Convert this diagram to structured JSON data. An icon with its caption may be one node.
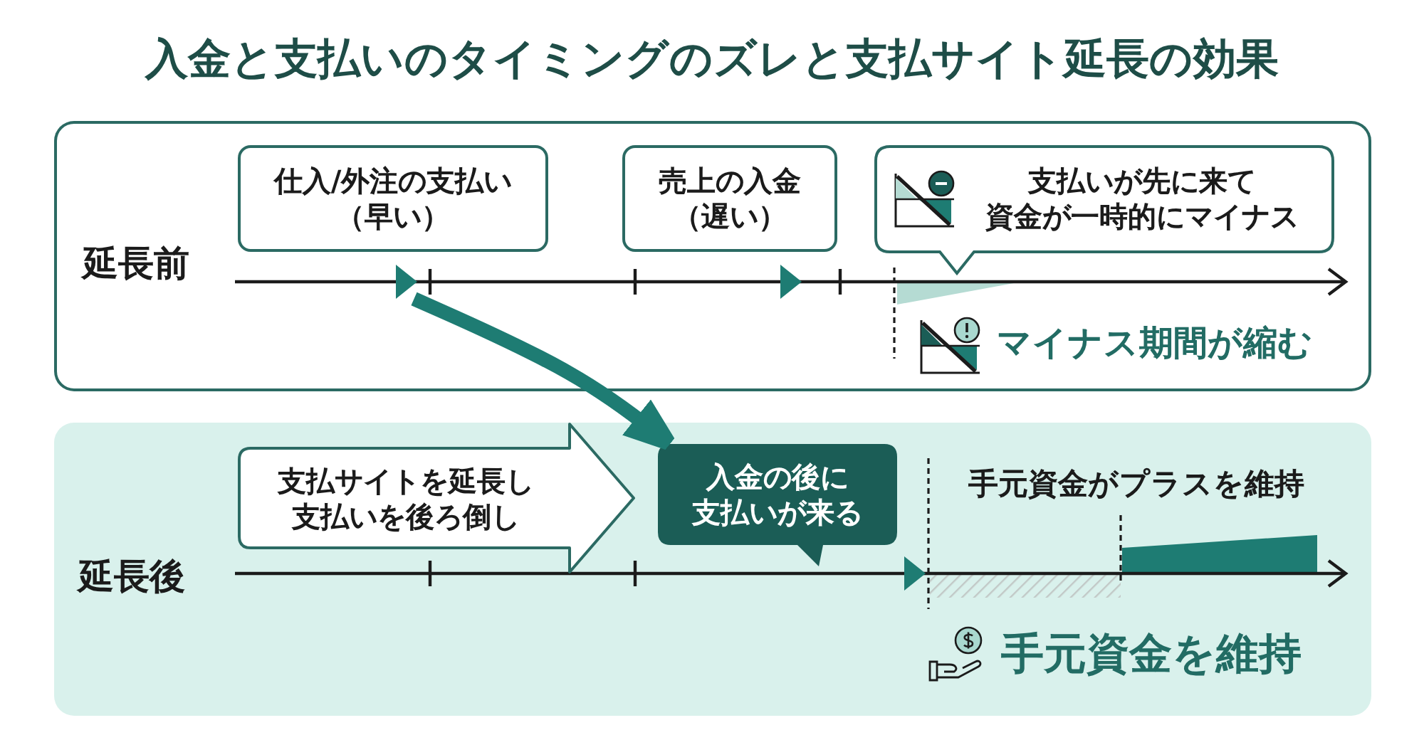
{
  "diagram": {
    "title": "入金と支払いのタイミングのズレと支払サイト延長の効果",
    "nodes": [
      {
        "text": [
          "延長前"
        ]
      },
      {
        "text": [
          "仕入/外注の支払い（早い）"
        ],
        "in": 0
      },
      {
        "text": [
          "売上の入金（遅い）"
        ],
        "in": 0
      },
      {
        "text": [
          "支払いが先に来て資金が一時的にマイナス"
        ],
        "in": 0
      },
      {
        "text": [],
        "shape": "triangle",
        "in": 0
      },
      {
        "text": [
          "延長後"
        ]
      },
      {
        "text": [
          "支払サイトを延長し支払いを後ろ倒し"
        ],
        "in": 5
      },
      {
        "text": [
          "入金の後に支払いが来る"
        ],
        "in": 5
      }
    ],
    "edges": [
      {
        "from": 4,
        "to": 7,
        "arrow": "to"
      }
    ],
    "labels": [
      "マイナス期間が縮む",
      "手元資金がプラスを維持",
      "手元資金を維持"
    ]
  }
}
